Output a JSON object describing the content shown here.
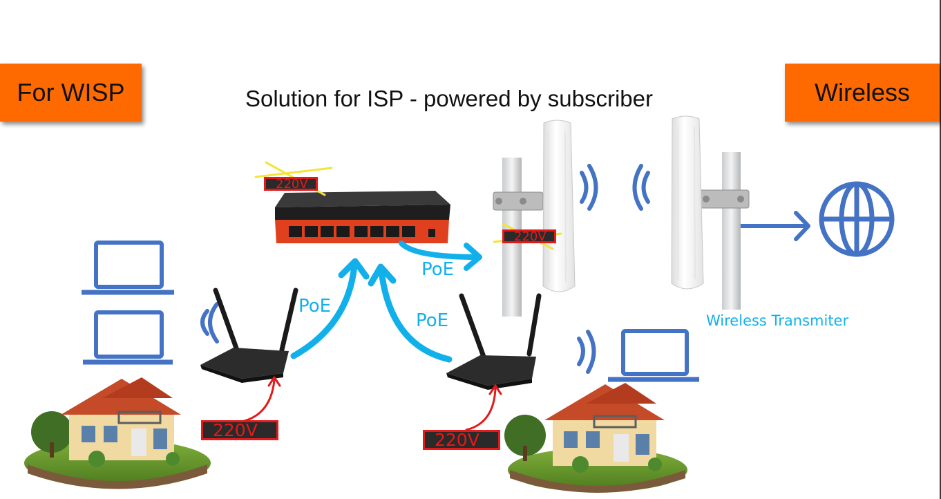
{
  "title": "Solution for ISP - powered by subscriber",
  "tags": {
    "left": "For WISP",
    "right": "Wireless"
  },
  "labels": {
    "poe": "PoE",
    "wireless_transmitter": "Wireless Transmiter",
    "voltage": "220V"
  },
  "colors": {
    "orange_tag": "#ff6a00",
    "poe_arrow": "#11b0ea",
    "icon_blue": "#4472c4",
    "power_red": "#e21a1a"
  }
}
